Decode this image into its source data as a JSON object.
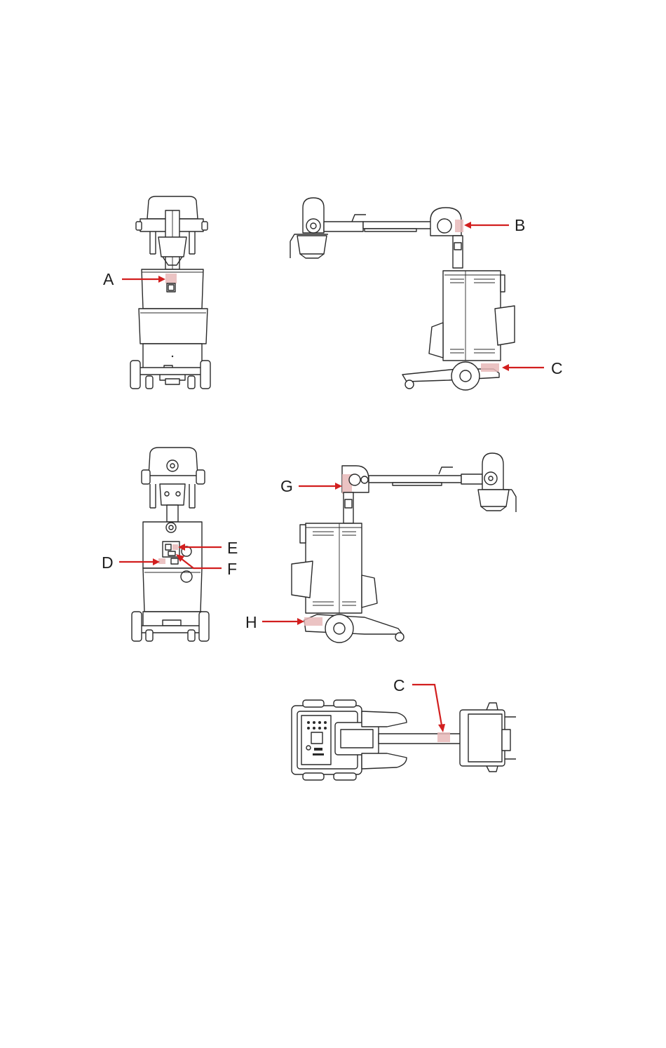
{
  "callouts": {
    "a": "A",
    "b": "B",
    "c_side": "C",
    "c_top": "C",
    "d": "D",
    "e": "E",
    "f": "F",
    "g": "G",
    "h": "H"
  },
  "colors": {
    "line": "#2a2a2a",
    "arrow": "#d21f1f",
    "label_patch": "#e8b8b8",
    "background": "#ffffff"
  }
}
